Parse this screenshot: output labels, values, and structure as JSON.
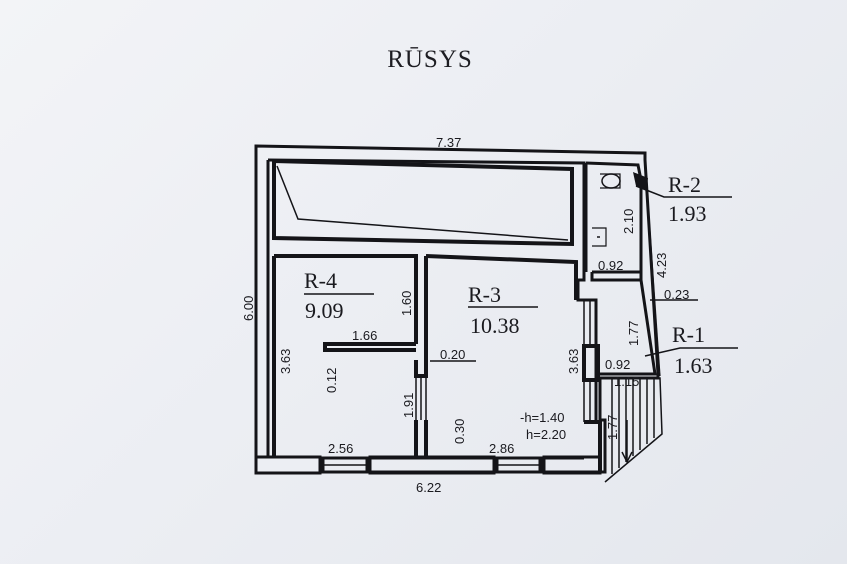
{
  "title": "RŪSYS",
  "rooms": {
    "r4": {
      "name": "R-4",
      "area": "9.09"
    },
    "r3": {
      "name": "R-3",
      "area": "10.38"
    },
    "r2": {
      "name": "R-2",
      "area": "1.93"
    },
    "r1": {
      "name": "R-1",
      "area": "1.63"
    }
  },
  "dimensions": {
    "top_width": "7.37",
    "left_height": "6.00",
    "bottom_width": "6.22",
    "r4_height": "3.63",
    "r4_upper": "1.60",
    "r4_partition": "1.66",
    "r4_stub": "0.12",
    "r4_door_gap": "0.20",
    "r4_lower": "1.91",
    "r4_window": "2.56",
    "r3_step": "0.30",
    "r3_window": "2.86",
    "r3_height": "3.63",
    "r2_height": "2.10",
    "r2_width": "0.92",
    "right_height": "4.23",
    "wall_thickness": "0.23",
    "r1_height": "1.77",
    "r1_width_inner": "0.92",
    "r1_width": "1.15",
    "stair": "1.77"
  },
  "notes": {
    "h_low": "-h=1.40",
    "h_high": "h=2.20"
  }
}
